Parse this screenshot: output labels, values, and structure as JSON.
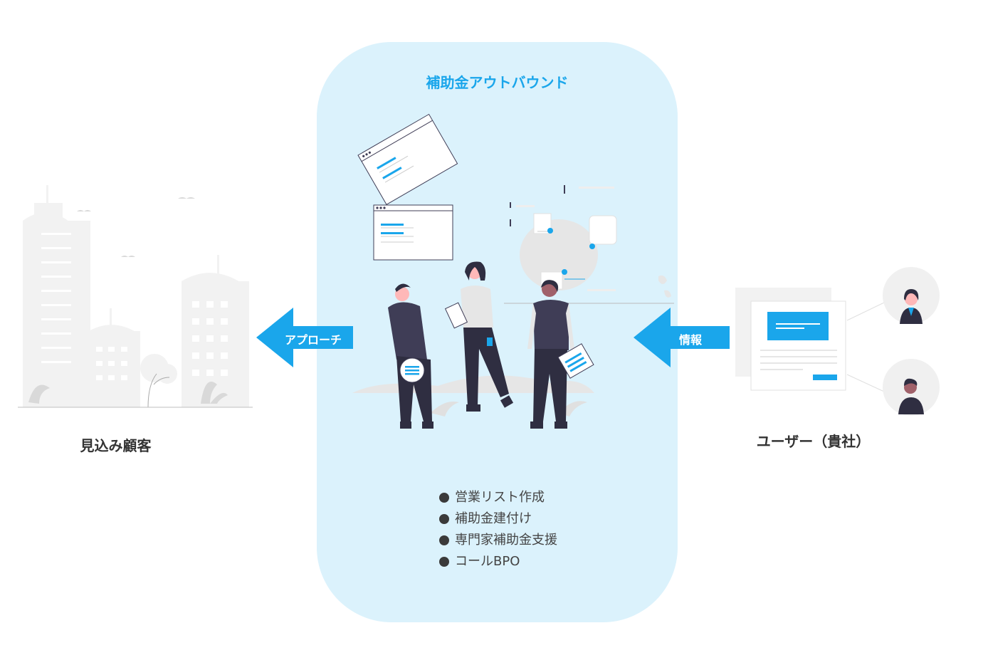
{
  "center": {
    "title": "補助金アウトバウンド",
    "services": [
      "営業リスト作成",
      "補助金建付け",
      "専門家補助金支援",
      "コールBPO"
    ]
  },
  "left": {
    "label": "見込み顧客"
  },
  "right": {
    "label": "ユーザー（貴社）"
  },
  "arrows": {
    "left_label": "アプローチ",
    "right_label": "情報"
  },
  "colors": {
    "accent": "#1aa6eb",
    "panel_bg": "#dbf2fc",
    "arrow": "#1aa6eb",
    "dark": "#3f3d56"
  }
}
